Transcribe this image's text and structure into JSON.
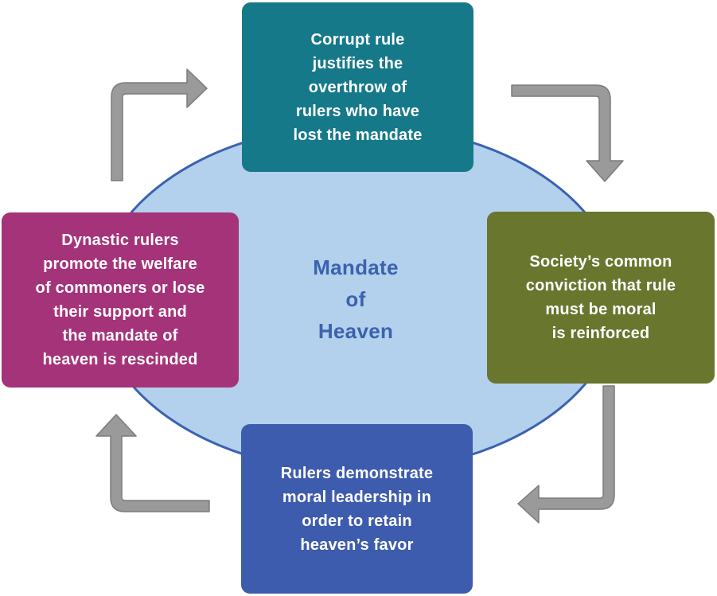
{
  "diagram": {
    "title_text": "Mandate\nof\nHeaven",
    "nodes": {
      "top": {
        "text": "Corrupt rule\njustifies the\noverthrow of\nrulers who have\nlost the mandate",
        "color": "#16798a"
      },
      "right": {
        "text": "Society’s common\nconviction that rule\nmust be moral\nis reinforced",
        "color": "#68762e"
      },
      "bottom": {
        "text": "Rulers demonstrate\nmoral leadership in\norder to retain\nheaven’s favor",
        "color": "#3e5cad"
      },
      "left": {
        "text": "Dynastic rulers\npromote the welfare\nof commoners or lose\ntheir support and\nthe mandate of\nheaven is rescinded",
        "color": "#a53379"
      }
    },
    "arrows": [
      {
        "name": "left-to-top",
        "shape": "elbow-up-then-right"
      },
      {
        "name": "top-to-right",
        "shape": "elbow-right-then-down"
      },
      {
        "name": "right-to-bottom",
        "shape": "elbow-down-then-left"
      },
      {
        "name": "bottom-to-left",
        "shape": "elbow-left-then-up"
      }
    ],
    "colors": {
      "ellipse_fill": "#b3d0ec",
      "ellipse_stroke": "#3a62b0",
      "title_text": "#3c62ae",
      "node_text": "#ffffff",
      "arrow_fill": "#9a9a9a",
      "arrow_stroke": "#7b7b7b"
    }
  }
}
